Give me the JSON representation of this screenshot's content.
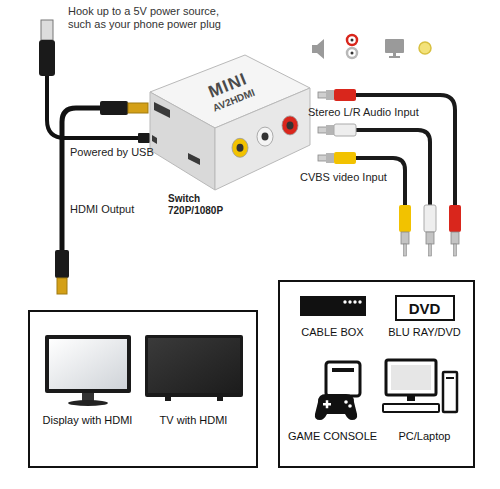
{
  "diagram": {
    "nodes": [
      {
        "text": [
          "MINI",
          "AV2HDMI"
        ]
      },
      {
        "text": [
          "Display with HDMI",
          "TV with HDMI"
        ]
      },
      {
        "text": [
          "CABLE BOX",
          "BLU RAY/DVD",
          "GAME CONSOLE",
          "PC/Laptop"
        ]
      },
      {
        "text": [
          "DVD"
        ],
        "in": 2
      }
    ],
    "labels": [
      "Hook up to a 5V power source, such as your phone power plug",
      "Stereo L/R Audio Input",
      "CVBS video Input",
      "Powered by USB",
      "HDMI Output",
      "Switch 720P/1080P"
    ]
  }
}
